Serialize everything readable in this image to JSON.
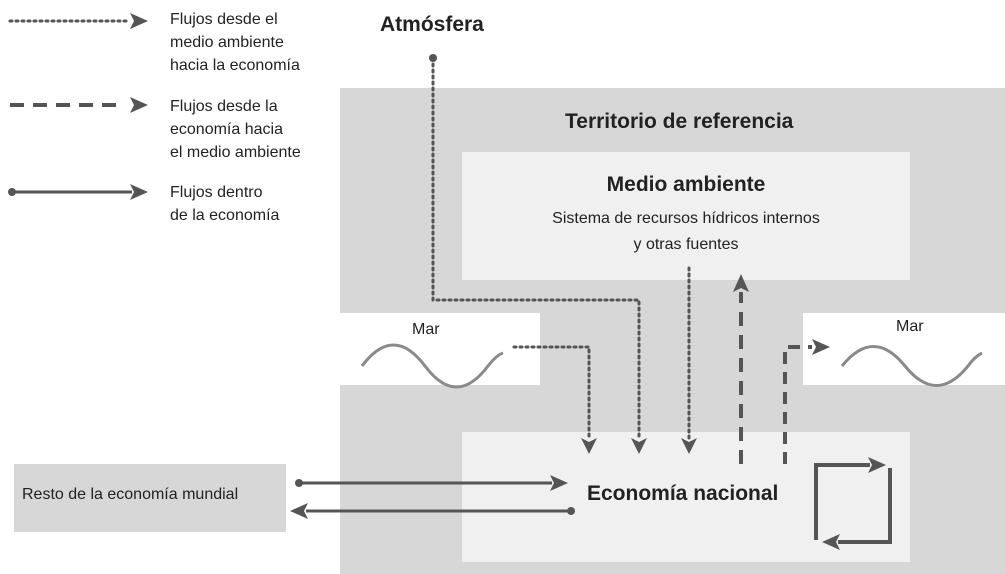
{
  "legend": {
    "environment_to_economy": [
      "Flujos desde el",
      "medio ambiente",
      "hacia la economía"
    ],
    "economy_to_environment": [
      "Flujos desde la",
      "economía hacia",
      "el medio ambiente"
    ],
    "within_economy": [
      "Flujos dentro",
      "de la economía"
    ]
  },
  "atmosphere": {
    "label": "Atmósfera"
  },
  "territory": {
    "label": "Territorio de referencia"
  },
  "environment": {
    "title": "Medio ambiente",
    "subtitle_line1": "Sistema de recursos hídricos internos",
    "subtitle_line2": "y otras fuentes"
  },
  "sea": {
    "left_label": "Mar",
    "right_label": "Mar"
  },
  "world": {
    "label": "Resto de la economía mundial"
  },
  "economy": {
    "label": "Economía nacional"
  },
  "colors": {
    "arrow": "#555555",
    "box_dark": "#d7d7d7",
    "box_light": "#f0f0f0",
    "wave": "#8a8a8a"
  }
}
